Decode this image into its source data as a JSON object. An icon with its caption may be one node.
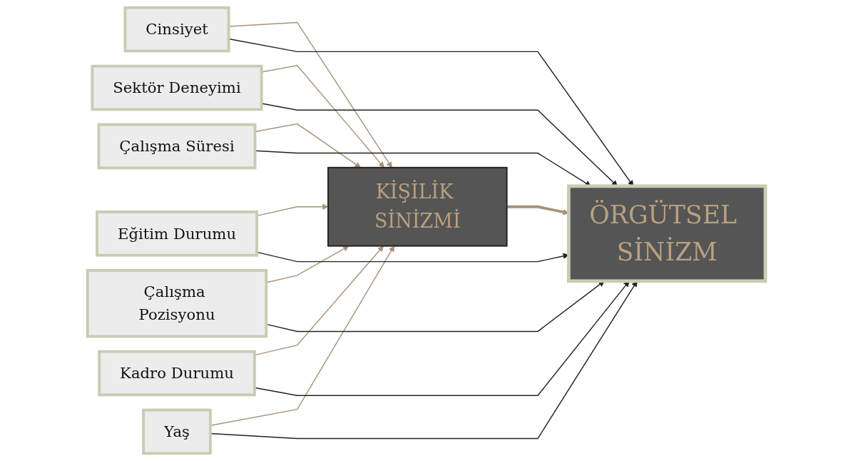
{
  "diagram": {
    "nodes": [
      {
        "text": [
          "Cinsiyet"
        ]
      },
      {
        "text": [
          "Sektör Deneyimi"
        ]
      },
      {
        "text": [
          "Çalışma Süresi"
        ]
      },
      {
        "text": [
          "Eğitim Durumu"
        ]
      },
      {
        "text": [
          "KİŞİLİK SİNİZMİ"
        ]
      },
      {
        "text": [
          "ÖRGÜTSEL SİNİZM"
        ]
      },
      {
        "text": [
          "Çalışma Pozisyonu"
        ]
      },
      {
        "text": [
          "Kadro Durumu"
        ]
      },
      {
        "text": [
          "Yaş"
        ]
      }
    ],
    "edges": [
      {
        "from": 0,
        "to": 4,
        "arrow": "to",
        "color": "#a8927a"
      },
      {
        "from": 1,
        "to": 4,
        "arrow": "to",
        "color": "#a8927a"
      },
      {
        "from": 2,
        "to": 4,
        "arrow": "to",
        "color": "#a8927a"
      },
      {
        "from": 3,
        "to": 4,
        "arrow": "to",
        "color": "#a8927a"
      },
      {
        "from": 6,
        "to": 4,
        "arrow": "to",
        "color": "#a8927a"
      },
      {
        "from": 7,
        "to": 4,
        "arrow": "to",
        "color": "#a8927a"
      },
      {
        "from": 8,
        "to": 4,
        "arrow": "to",
        "color": "#a8927a"
      },
      {
        "from": 0,
        "to": 5,
        "arrow": "to",
        "color": "#222222"
      },
      {
        "from": 1,
        "to": 5,
        "arrow": "to",
        "color": "#222222"
      },
      {
        "from": 2,
        "to": 5,
        "arrow": "to",
        "color": "#222222"
      },
      {
        "from": 3,
        "to": 5,
        "arrow": "to",
        "color": "#222222"
      },
      {
        "from": 6,
        "to": 5,
        "arrow": "to",
        "color": "#222222"
      },
      {
        "from": 7,
        "to": 5,
        "arrow": "to",
        "color": "#222222"
      },
      {
        "from": 8,
        "to": 5,
        "arrow": "to",
        "color": "#222222"
      },
      {
        "from": 4,
        "to": 5,
        "arrow": "to",
        "style": "thick",
        "color": "#a8927a"
      }
    ]
  }
}
